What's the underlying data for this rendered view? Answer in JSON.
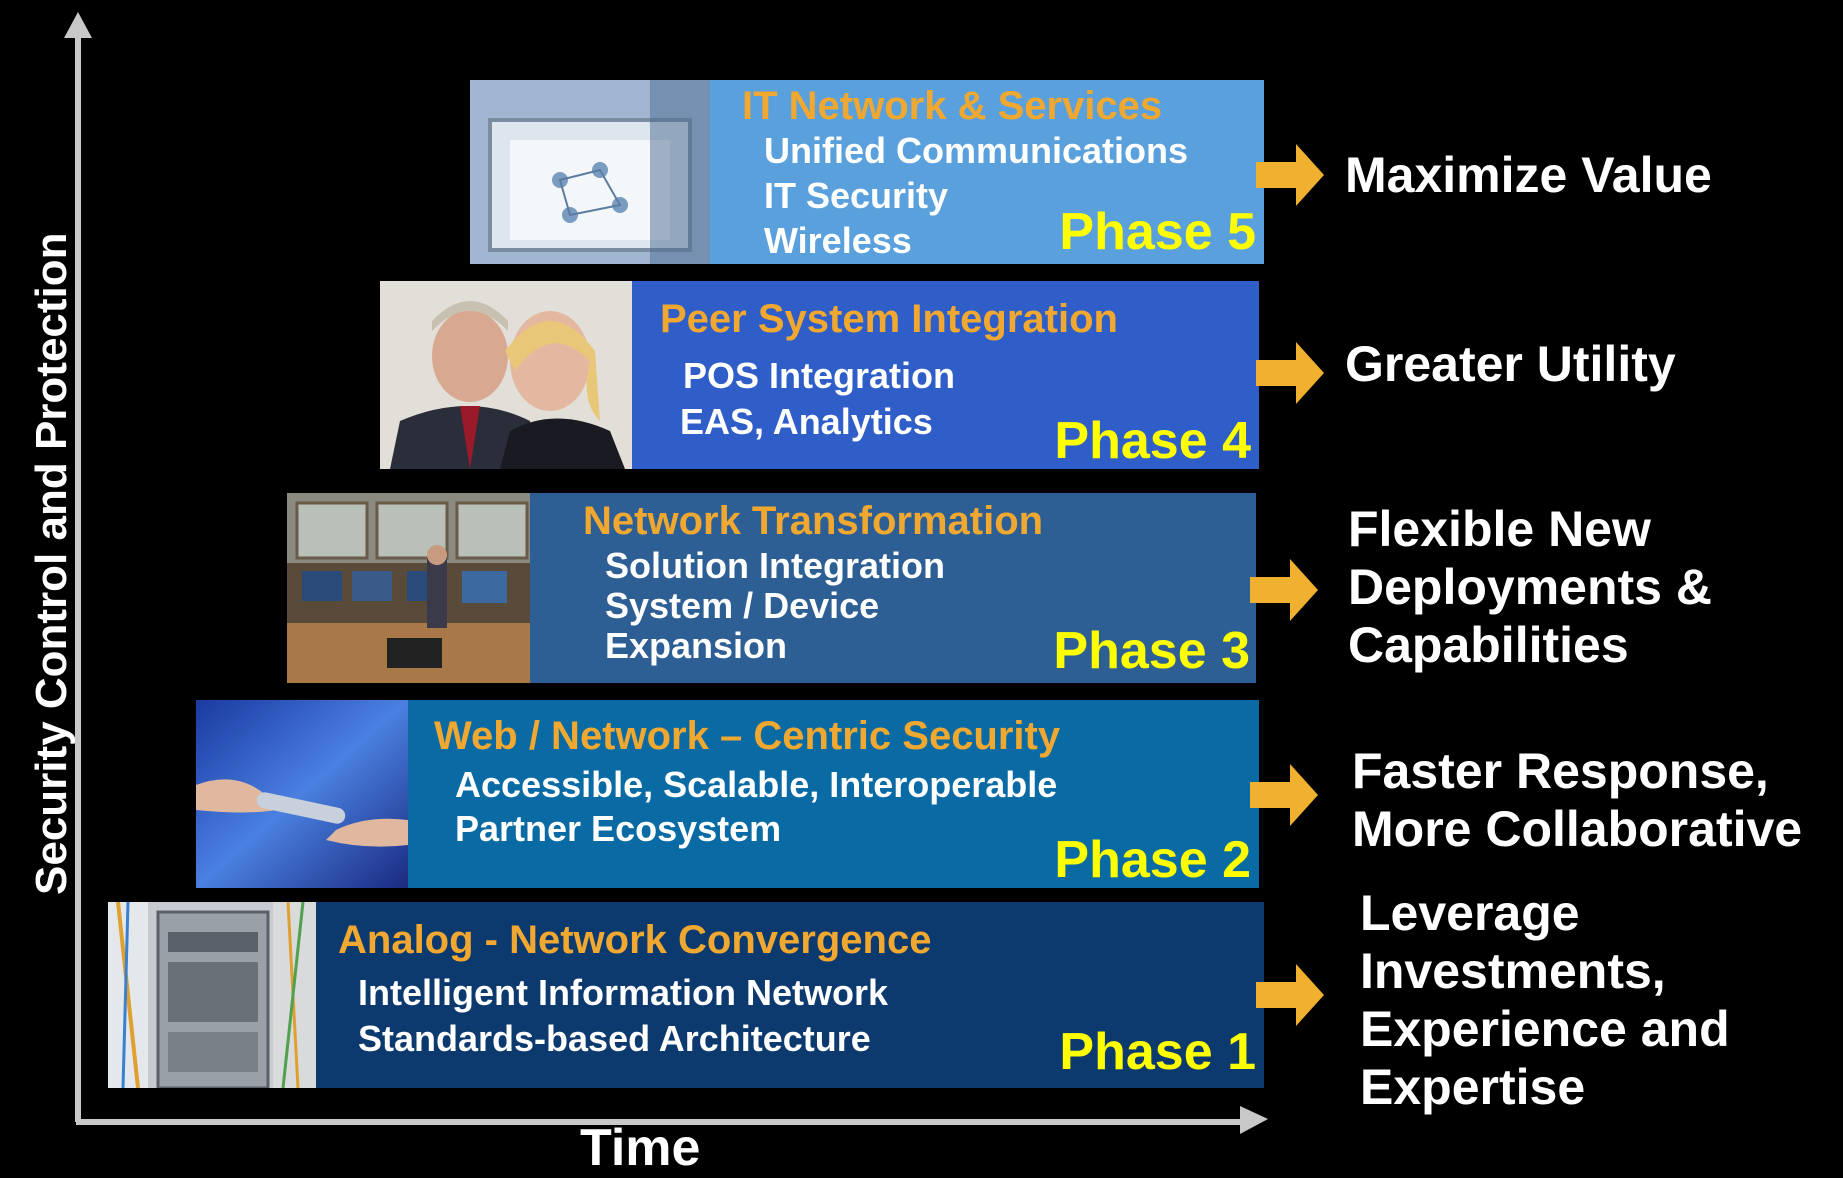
{
  "axes": {
    "y_label": "Security Control and Protection",
    "x_label": "Time"
  },
  "phases": {
    "p5": {
      "title": "IT Network & Services",
      "items": [
        "Unified Communications",
        "IT Security",
        "Wireless"
      ],
      "label": "Phase 5",
      "outcome": [
        "Maximize Value"
      ],
      "color": "#5aa0dc"
    },
    "p4": {
      "title": "Peer System Integration",
      "items": [
        "POS Integration",
        "EAS, Analytics"
      ],
      "label": "Phase 4",
      "outcome": [
        "Greater Utility"
      ],
      "color": "#2f5ec8"
    },
    "p3": {
      "title": "Network Transformation",
      "items": [
        "Solution Integration",
        "System / Device",
        "Expansion"
      ],
      "label": "Phase 3",
      "outcome": [
        "Flexible New",
        "Deployments &",
        "Capabilities"
      ],
      "color": "#2e5f94"
    },
    "p2": {
      "title": "Web / Network – Centric Security",
      "items": [
        "Accessible, Scalable, Interoperable",
        "Partner Ecosystem"
      ],
      "label": "Phase 2",
      "outcome": [
        "Faster Response,",
        "More Collaborative"
      ],
      "color": "#0a6aa4"
    },
    "p1": {
      "title": "Analog - Network Convergence",
      "items": [
        "Intelligent Information Network",
        "Standards-based Architecture"
      ],
      "label": "Phase 1",
      "outcome": [
        "Leverage",
        "Investments,",
        "Experience and",
        "Expertise"
      ],
      "color": "#0d3a6e"
    }
  },
  "colors": {
    "title": "#f0a830",
    "phase_label": "#ffff00",
    "arrow": "#f0b030",
    "axis": "#c8c8c8"
  }
}
